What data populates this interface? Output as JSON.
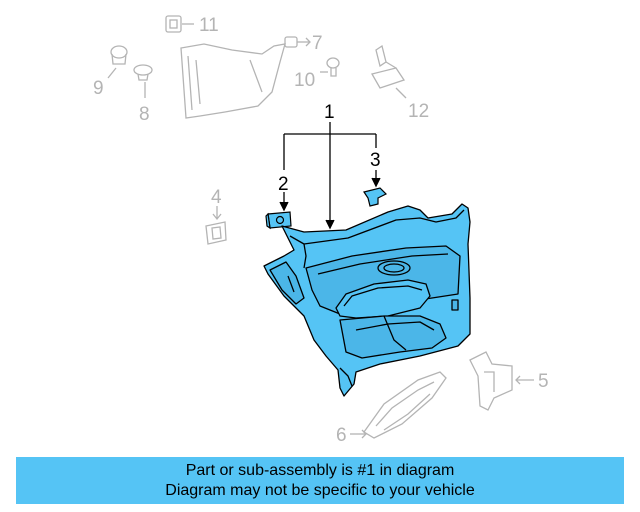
{
  "callouts": {
    "c1": "1",
    "c2": "2",
    "c3": "3",
    "c4": "4",
    "c5": "5",
    "c6": "6",
    "c7": "7",
    "c8": "8",
    "c9": "9",
    "c10": "10",
    "c11": "11",
    "c12": "12"
  },
  "caption": {
    "line1": "Part or sub-assembly is #1 in diagram",
    "line2": "Diagram may not be specific to your vehicle"
  },
  "colors": {
    "highlight_fill": "#55c4f5",
    "part_outline": "#000000",
    "ghost_outline": "#b4b4b4",
    "caption_bg": "#55c4f5"
  }
}
